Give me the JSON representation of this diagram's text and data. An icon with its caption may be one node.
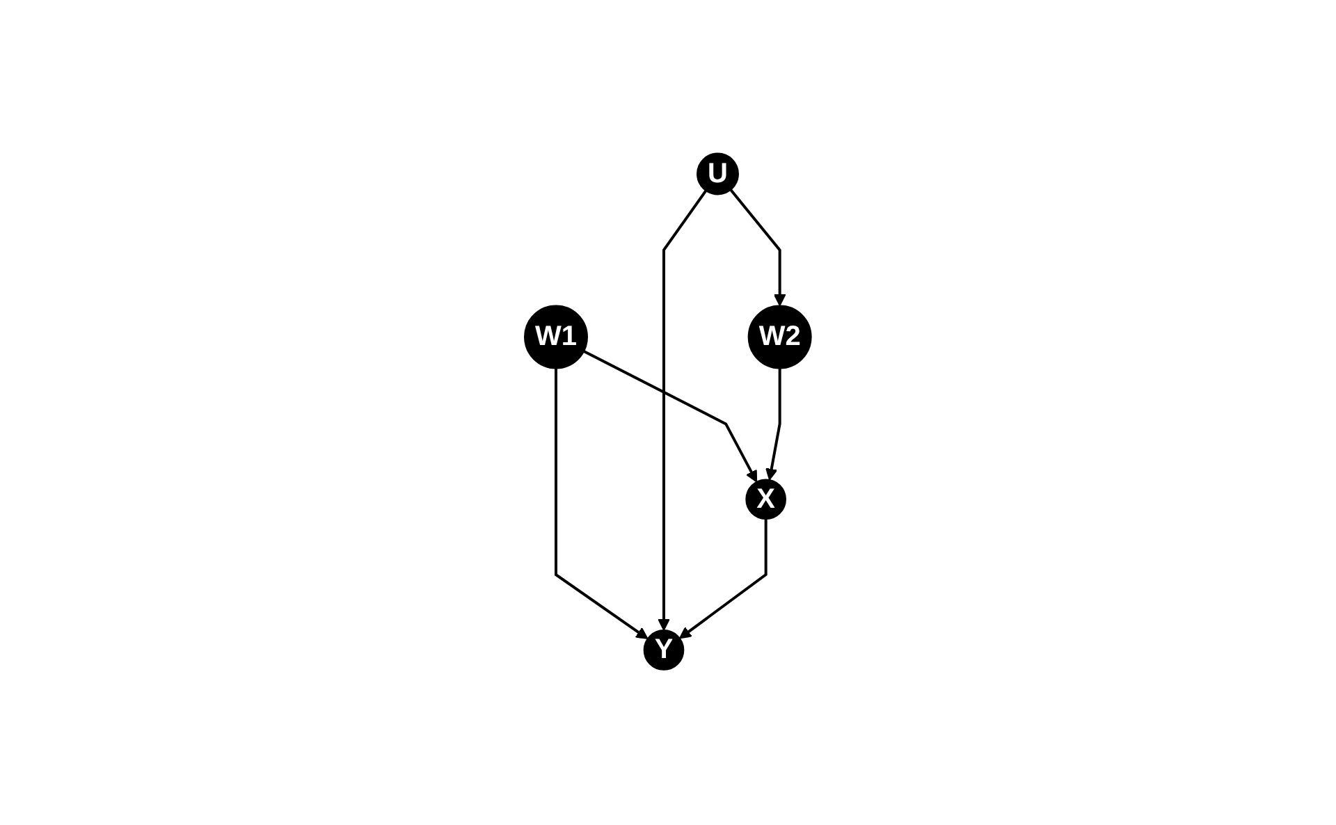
{
  "diagram": {
    "nodes": [
      {
        "text": [
          "W1"
        ]
      },
      {
        "text": [
          "U"
        ]
      },
      {
        "text": [
          "W2"
        ]
      },
      {
        "text": [
          "X"
        ]
      },
      {
        "text": [
          "Y"
        ]
      }
    ],
    "edges": [
      {
        "from": 0,
        "to": 3,
        "arrow": "to"
      },
      {
        "from": 0,
        "to": 4,
        "arrow": "to"
      },
      {
        "from": 1,
        "to": 2,
        "arrow": "to"
      },
      {
        "from": 1,
        "to": 4,
        "arrow": "to"
      },
      {
        "from": 2,
        "to": 3,
        "arrow": "to"
      },
      {
        "from": 3,
        "to": 4,
        "arrow": "to"
      }
    ]
  }
}
